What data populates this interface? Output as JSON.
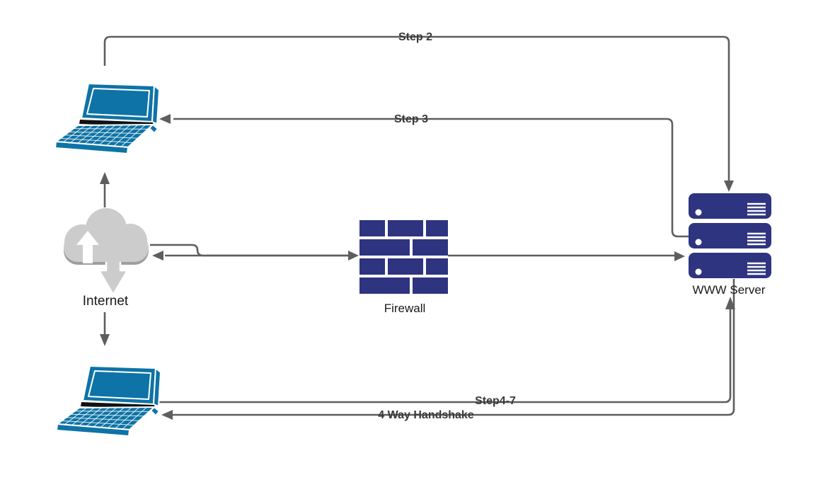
{
  "colors": {
    "background": "#ffffff",
    "device_blue": "#0e73a6",
    "navy": "#2e3480",
    "cloud_gray": "#cccccc",
    "cloud_rim": "#9e9e9e",
    "connector": "#5e5e5e",
    "text_dark": "#1a1a1a",
    "text_step": "#3a3a3a",
    "white": "#ffffff",
    "hinge_dark": "#111111"
  },
  "nodes": {
    "client_top": {
      "type": "laptop",
      "label": ""
    },
    "internet": {
      "type": "cloud",
      "label": "Internet"
    },
    "firewall": {
      "type": "brick-wall",
      "label": "Firewall"
    },
    "www_server": {
      "type": "server-stack",
      "label": "WWW Server"
    },
    "client_bottom": {
      "type": "laptop",
      "label": ""
    }
  },
  "connections": [
    {
      "label": "Step 2",
      "from": "client_top",
      "to": "www_server"
    },
    {
      "label": "Step 3",
      "from": "www_server",
      "to": "client_top"
    },
    {
      "label": "",
      "from": "internet",
      "to": "client_top"
    },
    {
      "label": "",
      "from": "internet",
      "to": "client_bottom"
    },
    {
      "label": "",
      "from": "internet",
      "to": "firewall"
    },
    {
      "label": "",
      "from": "firewall",
      "to": "internet"
    },
    {
      "label": "",
      "from": "firewall",
      "to": "www_server"
    },
    {
      "label": "Step4-7",
      "from": "client_bottom",
      "to": "www_server"
    },
    {
      "label": "4 Way Handshake",
      "from": "www_server",
      "to": "client_bottom"
    }
  ]
}
